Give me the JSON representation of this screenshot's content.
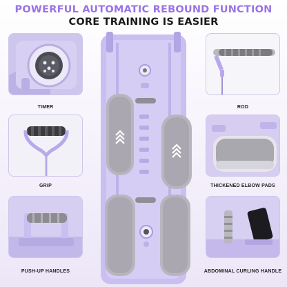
{
  "headline": {
    "line1": "POWERFUL AUTOMATIC REBOUND FUNCTION",
    "line2": "CORE TRAINING IS EASIER"
  },
  "features": {
    "timer": "TIMER",
    "rod": "ROD",
    "grip": "GRIP",
    "elbow_pads": "THICKENED ELBOW PADS",
    "pushup_handles": "PUSH-UP HANDLES",
    "curling_handle": "ABDOMINAL CURLING HANDLE"
  },
  "colors": {
    "accent": "#9a74e6",
    "board": "#c9bff0",
    "pad": "#b7b3bd",
    "dark": "#2b2b2b"
  },
  "icons": [
    "chevron-up-icon",
    "timer-icon"
  ]
}
